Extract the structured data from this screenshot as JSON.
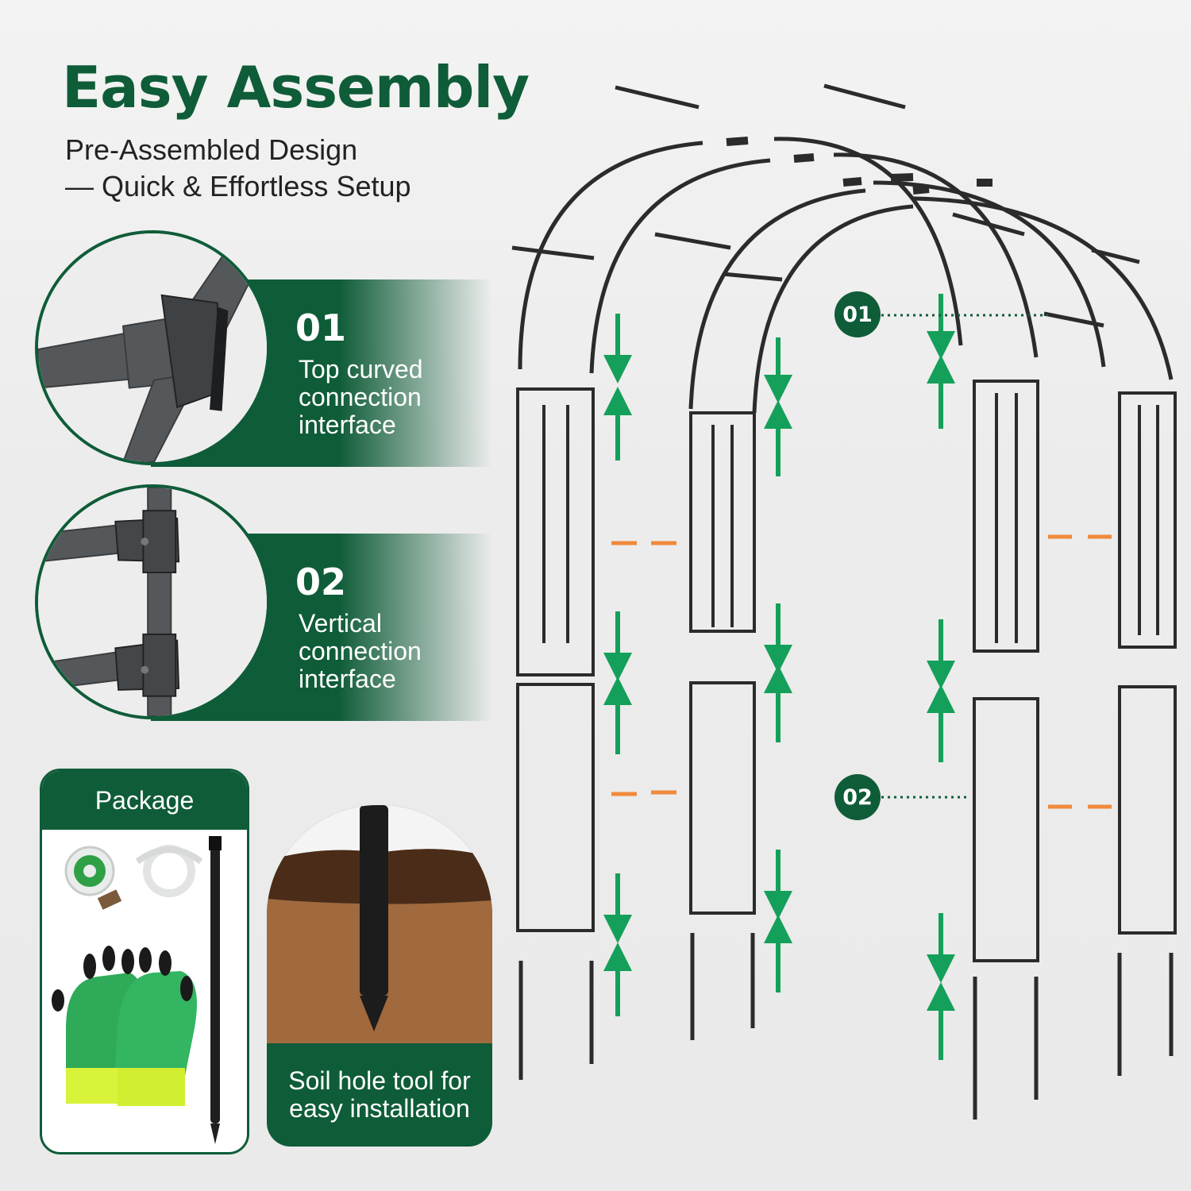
{
  "heading": {
    "title": "Easy Assembly",
    "subtitle_line1": "Pre-Assembled Design",
    "subtitle_line2": "— Quick & Effortless Setup"
  },
  "features": [
    {
      "number": "01",
      "line1": "Top curved",
      "line2": "connection",
      "line3": "interface"
    },
    {
      "number": "02",
      "line1": "Vertical",
      "line2": "connection",
      "line3": "interface"
    }
  ],
  "package": {
    "label": "Package"
  },
  "soil_tool": {
    "line1": "Soil hole tool for",
    "line2": "easy installation"
  },
  "callouts": [
    "01",
    "02"
  ],
  "colors": {
    "brand_green": "#0f5c38",
    "arrow_green": "#14a05a",
    "arrow_orange": "#f08a3c",
    "metal": "#2b2b2b"
  },
  "icons": [
    "pipe-connector-icon",
    "vertical-connector-icon",
    "wire-roll-icon",
    "plant-clip-icon",
    "gloves-icon",
    "ground-stake-icon",
    "soil-icon"
  ]
}
